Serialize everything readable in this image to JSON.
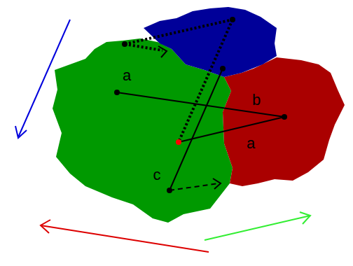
{
  "diagram": {
    "labels": [
      "a",
      "b",
      "a",
      "c"
    ]
  }
}
